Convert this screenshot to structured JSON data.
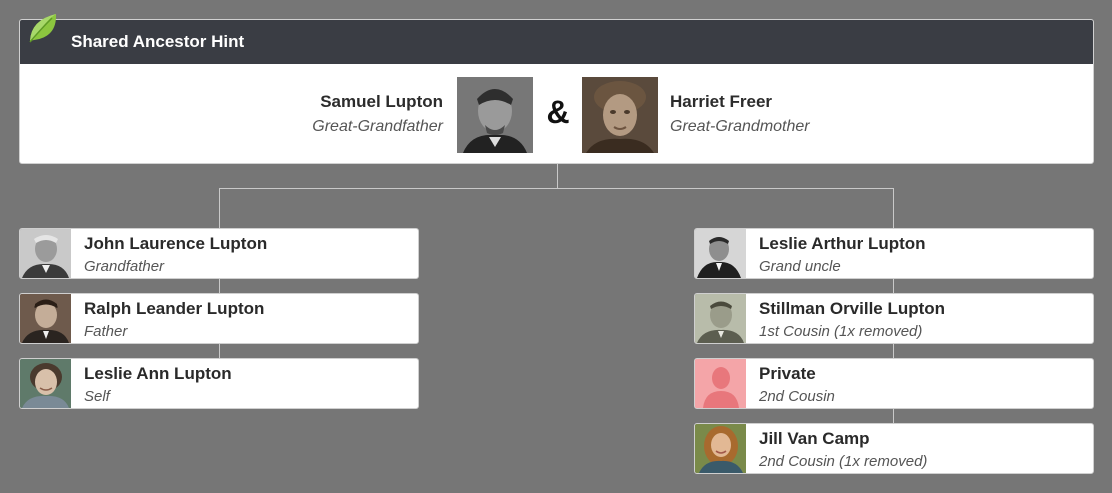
{
  "header": {
    "title": "Shared Ancestor Hint",
    "icon": "leaf-icon",
    "leaf_color": "#8cc63f"
  },
  "couple": {
    "left": {
      "name": "Samuel Lupton",
      "relationship": "Great-Grandfather"
    },
    "connector": "&",
    "right": {
      "name": "Harriet Freer",
      "relationship": "Great-Grandmother"
    }
  },
  "left_branch": [
    {
      "name": "John Laurence Lupton",
      "relationship": "Grandfather"
    },
    {
      "name": "Ralph Leander Lupton",
      "relationship": "Father"
    },
    {
      "name": "Leslie Ann Lupton",
      "relationship": "Self"
    }
  ],
  "right_branch": [
    {
      "name": "Leslie Arthur Lupton",
      "relationship": "Grand uncle"
    },
    {
      "name": "Stillman Orville Lupton",
      "relationship": "1st Cousin (1x removed)"
    },
    {
      "name": "Private",
      "relationship": "2nd Cousin"
    },
    {
      "name": "Jill Van Camp",
      "relationship": "2nd Cousin (1x removed)"
    }
  ],
  "colors": {
    "background": "#767676",
    "header": "#3a3d44",
    "private_placeholder": "#f4a5a8"
  }
}
